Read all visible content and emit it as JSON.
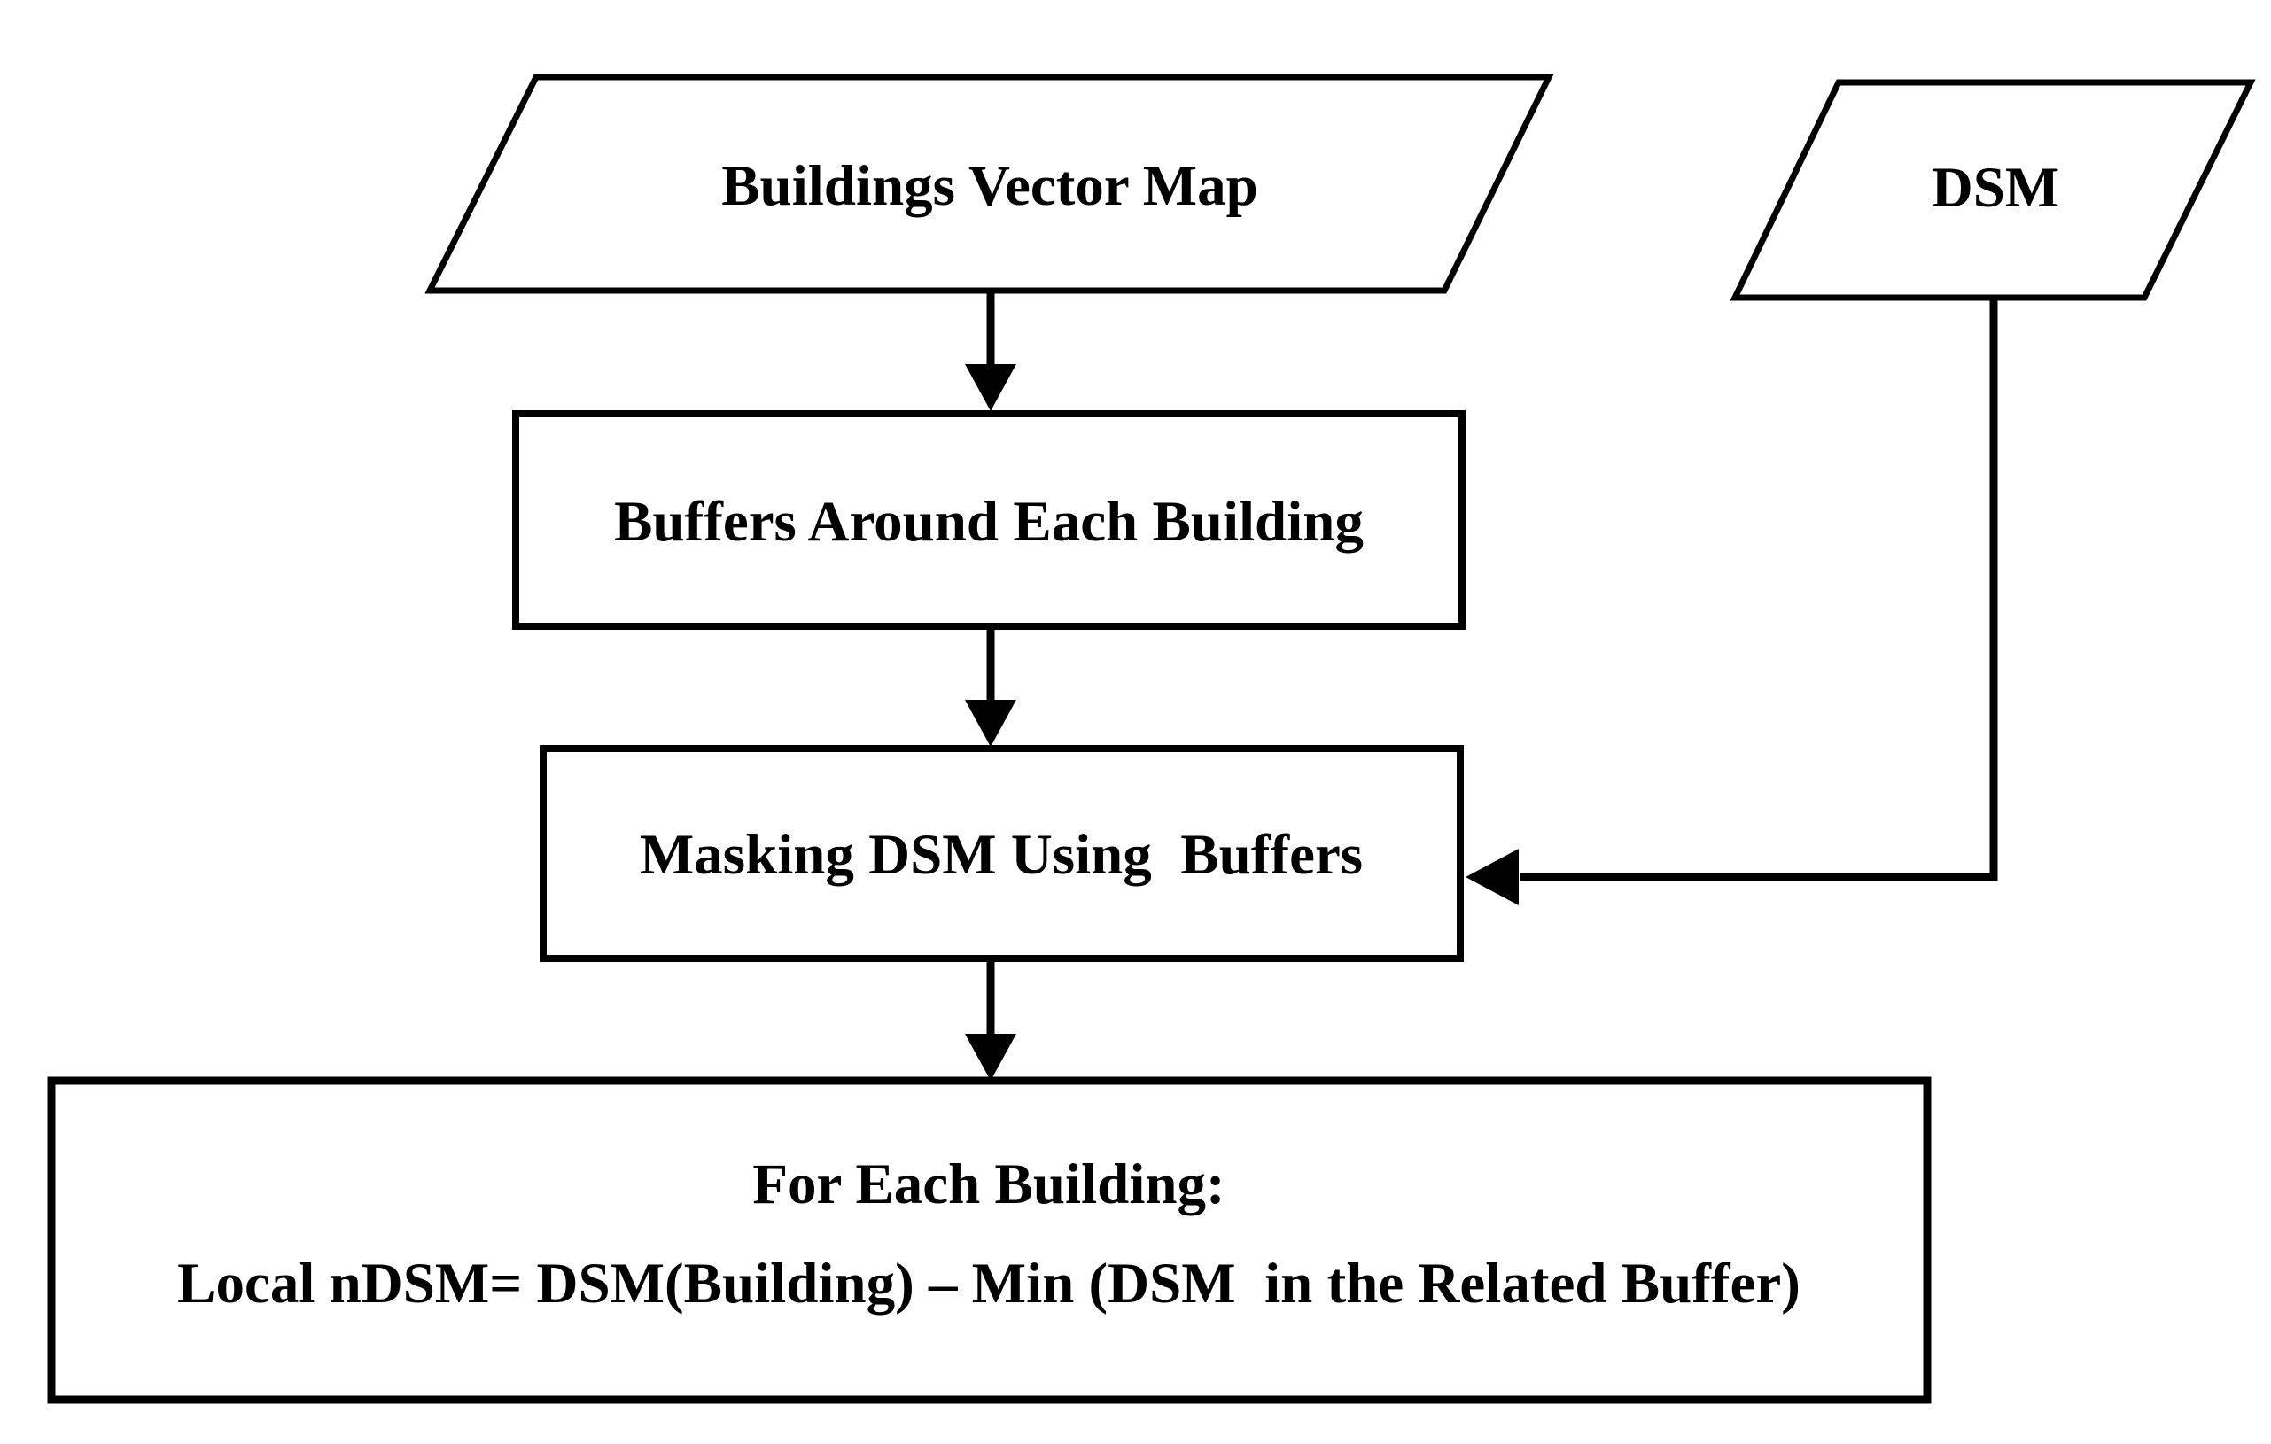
{
  "diagram": {
    "type": "flowchart",
    "colors": {
      "background": "#ffffff",
      "line": "#000000",
      "text": "#000000"
    },
    "nodes": {
      "buildings_vector_map": {
        "shape": "parallelogram",
        "label": "Buildings Vector Map"
      },
      "dsm": {
        "shape": "parallelogram",
        "label": "DSM"
      },
      "buffers": {
        "shape": "rectangle",
        "label": "Buffers Around Each Building"
      },
      "masking": {
        "shape": "rectangle",
        "label": "Masking DSM Using  Buffers"
      },
      "for_each_building": {
        "shape": "rectangle",
        "line1": "For Each Building:",
        "line2": "Local nDSM= DSM(Building) – Min (DSM  in the Related Buffer)"
      }
    },
    "edges": [
      {
        "from": "buildings_vector_map",
        "to": "buffers"
      },
      {
        "from": "buffers",
        "to": "masking"
      },
      {
        "from": "dsm",
        "to": "masking"
      },
      {
        "from": "masking",
        "to": "for_each_building"
      }
    ]
  }
}
